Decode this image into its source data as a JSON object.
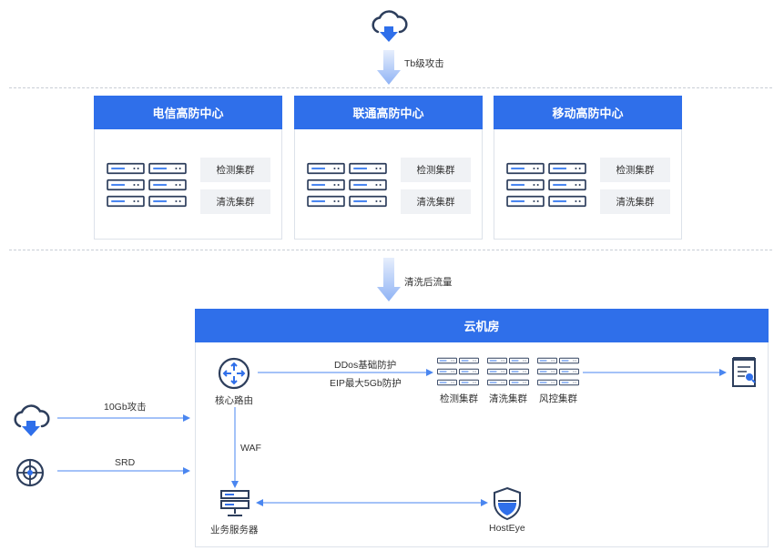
{
  "top": {
    "attack_label": "Tb级攻击",
    "cleaned_label": "清洗后流量"
  },
  "centers": [
    {
      "title": "电信高防中心",
      "detect": "检测集群",
      "clean": "清洗集群"
    },
    {
      "title": "联通高防中心",
      "detect": "检测集群",
      "clean": "清洗集群"
    },
    {
      "title": "移动高防中心",
      "detect": "检测集群",
      "clean": "清洗集群"
    }
  ],
  "room": {
    "title": "云机房",
    "core_router": "核心路由",
    "ddos_label": "DDos基础防护",
    "eip_label": "EIP最大5Gb防护",
    "cluster_detect": "检测集群",
    "cluster_clean": "清洗集群",
    "cluster_risk": "风控集群",
    "waf_label": "WAF",
    "biz_server": "业务服务器",
    "hosteye": "HostEye"
  },
  "left": {
    "attack_10gb": "10Gb攻击",
    "srd": "SRD"
  },
  "colors": {
    "brand_blue": "#2f6fea",
    "icon_navy": "#2d3e5c",
    "arrow_blue": "#4a86f0"
  }
}
